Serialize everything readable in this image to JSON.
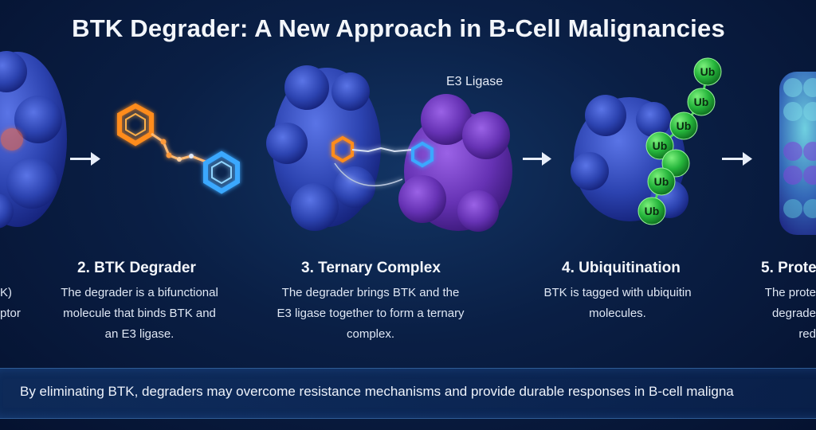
{
  "title": "BTK Degrader: A New Approach in B-Cell Malignancies",
  "steps": [
    {
      "title": "",
      "desc": "K)\nptor"
    },
    {
      "title": "2. BTK Degrader",
      "desc": "The degrader is a bifunctional\nmolecule that binds BTK and\nan E3 ligase."
    },
    {
      "title": "3. Ternary Complex",
      "desc": "The degrader brings BTK and the\nE3 ligase together to form a ternary\ncomplex."
    },
    {
      "title": "4. Ubiquitination",
      "desc": "BTK is tagged with ubiquitin\nmolecules."
    },
    {
      "title": "5. Prote",
      "desc": "The prote\ndegrade\nred"
    }
  ],
  "e3_label": "E3 Ligase",
  "ub_label": "Ub",
  "footer": "By eliminating BTK, degraders may overcome resistance mechanisms and provide durable responses in B-cell maligna",
  "colors": {
    "btk": "#2f48b8",
    "e3": "#6a36b8",
    "ub": "#23b23a",
    "warhead": "#ff8c1a",
    "e3_binder": "#3aa8ff"
  }
}
